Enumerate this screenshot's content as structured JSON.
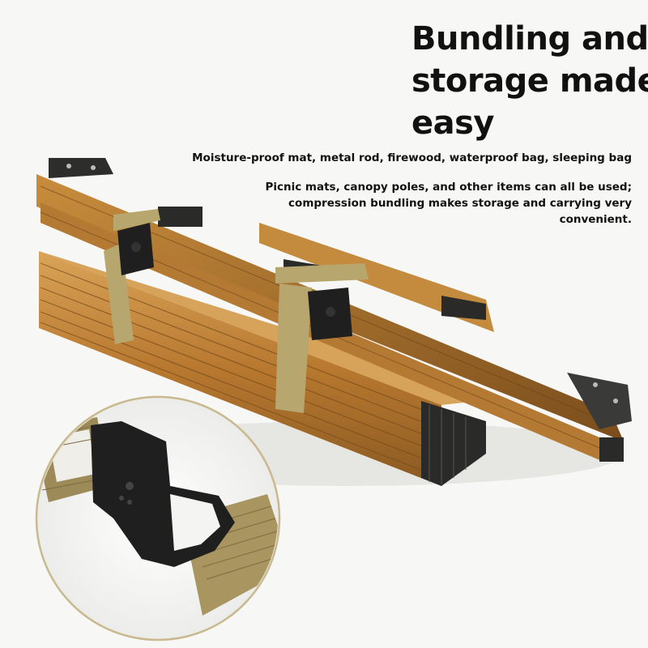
{
  "headline": {
    "line1": "Bundling and",
    "line2": "storage made",
    "line3": "easy"
  },
  "caption_items": "Moisture-proof mat, metal rod, firewood, waterproof bag, sleeping bag",
  "caption_detail": {
    "line1": "Picnic mats, canopy poles, and other items can all be used;",
    "line2": "compression bundling makes storage and carrying very",
    "line3": "convenient."
  },
  "colors": {
    "wood_light": "#c9923f",
    "wood_dark": "#8a5a22",
    "strap": "#b8a66f",
    "buckle": "#1f1f1f",
    "background": "#f7f7f5"
  }
}
